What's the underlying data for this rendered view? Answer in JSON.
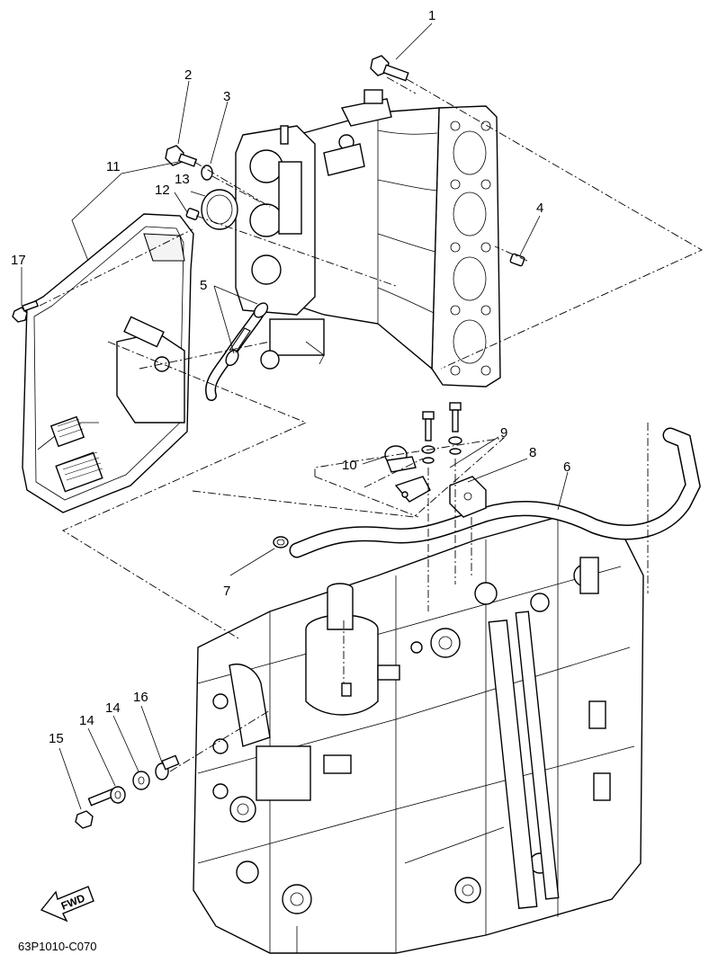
{
  "diagram_code": "63P1010-C070",
  "fwd_label": "FWD",
  "callouts": {
    "c1": "1",
    "c2": "2",
    "c3": "3",
    "c4": "4",
    "c5": "5",
    "c6": "6",
    "c7": "7",
    "c8": "8",
    "c9": "9",
    "c10": "10",
    "c11": "11",
    "c12": "12",
    "c13": "13",
    "c14a": "14",
    "c14b": "14",
    "c15": "15",
    "c16": "16",
    "c17": "17"
  }
}
